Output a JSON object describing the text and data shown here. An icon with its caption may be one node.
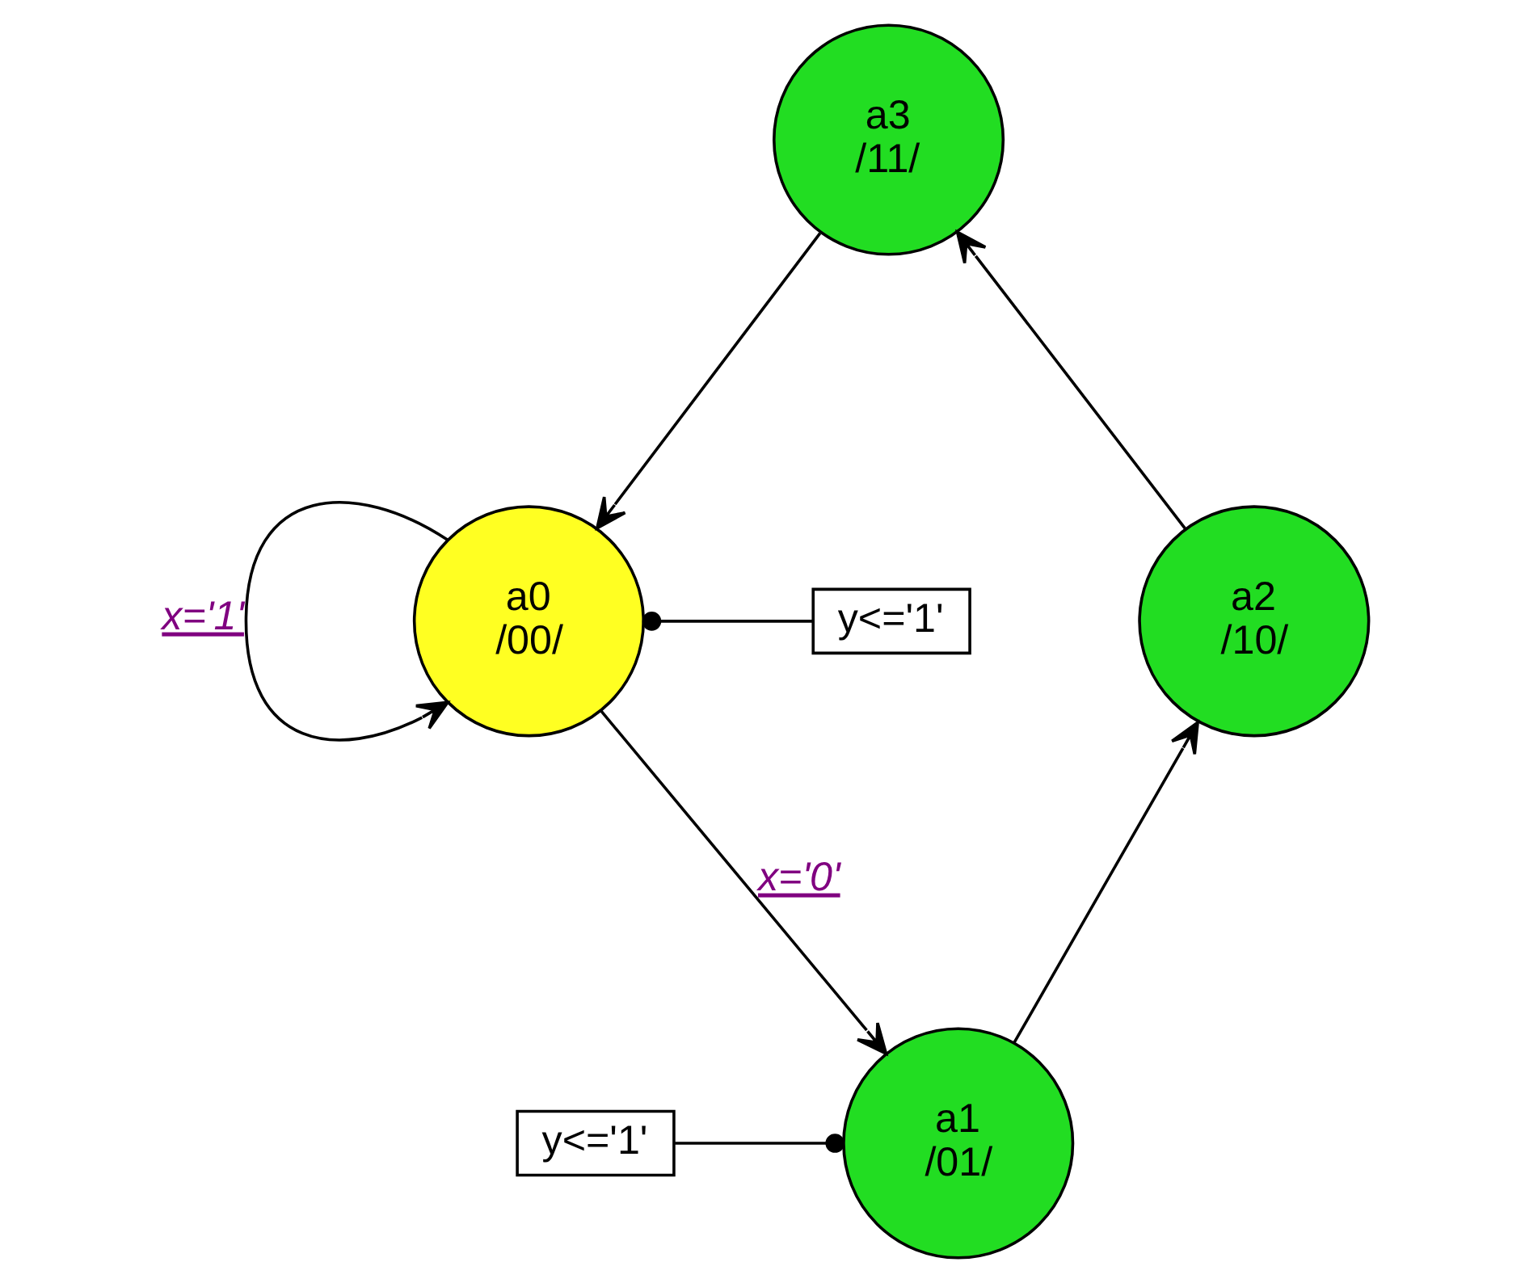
{
  "diagram": {
    "nodes": [
      {
        "text": [
          "a3",
          "/11/"
        ]
      },
      {
        "text": [
          "a0",
          "/00/"
        ]
      },
      {
        "text": [
          "y<='1'"
        ]
      },
      {
        "text": [
          "a2",
          "/10/"
        ]
      },
      {
        "text": [
          "a1",
          "/01/"
        ]
      },
      {
        "text": [
          "y<='1'"
        ]
      }
    ],
    "edges": [
      {
        "from": 0,
        "to": 1,
        "arrow": "to"
      },
      {
        "from": 1,
        "to": 1,
        "arrow": "to",
        "label": "x='1'"
      },
      {
        "from": 1,
        "to": 4,
        "arrow": "to",
        "label": "x='0'"
      },
      {
        "from": 4,
        "to": 3,
        "arrow": "to"
      },
      {
        "from": 3,
        "to": 0,
        "arrow": "to"
      },
      {
        "from": 2,
        "to": 1,
        "arrow": "other"
      },
      {
        "from": 5,
        "to": 4,
        "arrow": "other"
      }
    ]
  }
}
